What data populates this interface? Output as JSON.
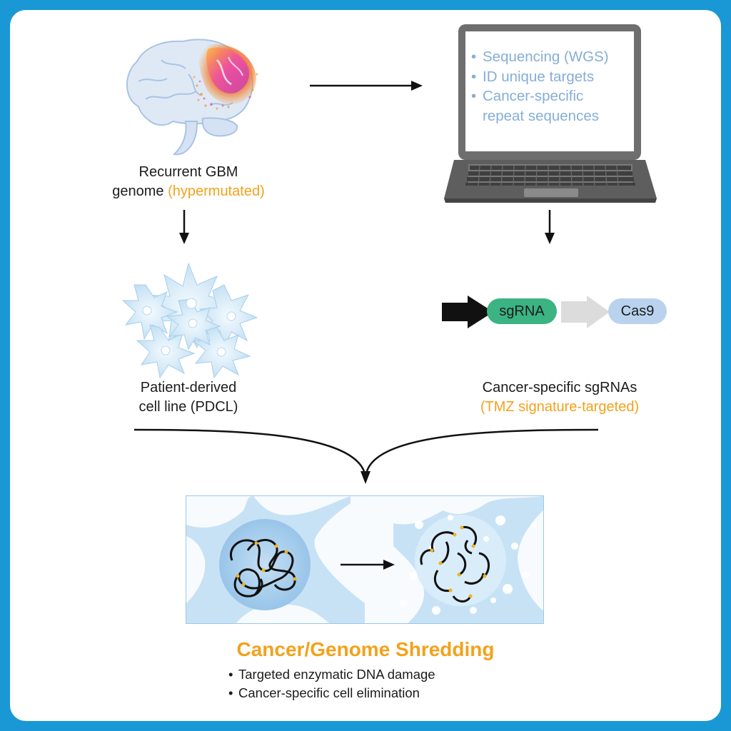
{
  "brain": {
    "label_line1": "Recurrent GBM",
    "label_line2_prefix": "genome ",
    "label_line2_highlight": "(hypermutated)"
  },
  "laptop": {
    "screen_items": [
      "Sequencing (WGS)",
      "ID unique targets",
      "Cancer-specific",
      "repeat sequences"
    ]
  },
  "cells": {
    "label_line1": "Patient-derived",
    "label_line2": "cell line (PDCL)"
  },
  "construct": {
    "sgrna_label": "sgRNA",
    "cas9_label": "Cas9",
    "caption_line1": "Cancer-specific sgRNAs",
    "caption_line2": "(TMZ signature-targeted)"
  },
  "outcome": {
    "title": "Cancer/Genome Shredding",
    "bullets": [
      "Targeted enzymatic DNA damage",
      "Cancer-specific cell elimination"
    ]
  },
  "colors": {
    "frame": "#1a98d5",
    "highlight": "#f3a21c",
    "screen_text": "#86aed6",
    "sgrna_pill": "#3bb383",
    "cas9_pill": "#b9d3ef",
    "cell_blue": "#c8e2f5"
  }
}
